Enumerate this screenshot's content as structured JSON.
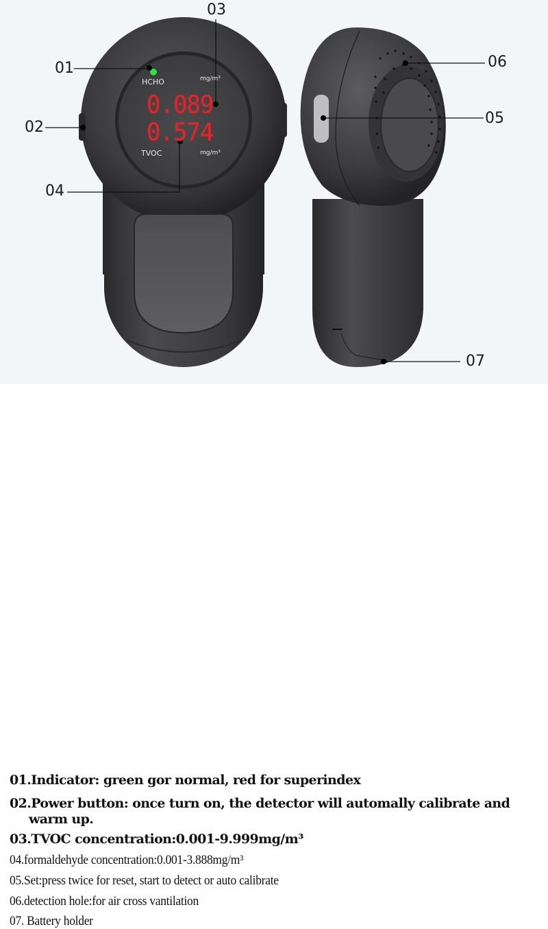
{
  "device_front": {
    "indicator_color": "#2ee04a",
    "label_top": "HCHO",
    "unit_top": "mg/m³",
    "reading_top": "0.089",
    "reading_bottom": "0.574",
    "label_bottom": "TVOC",
    "unit_bottom": "mg/m³",
    "display_color": "#e0262b"
  },
  "callouts": {
    "c01": "01",
    "c02": "02",
    "c03": "03",
    "c04": "04",
    "c05": "05",
    "c06": "06",
    "c07": "07"
  },
  "descriptions": [
    "01.Indicator: green gor normal, red for superindex",
    "02.Power button: once turn on, the detector will automally calibrate and",
    "warm up.",
    "03.TVOC concentration:0.001-9.999mg/m³",
    "04.formaldehyde concentration:0.001-3.888mg/m³",
    "05.Set:press twice for reset, start to detect or auto calibrate",
    "06.detection hole:for air cross vantilation",
    "07. Battery holder"
  ]
}
